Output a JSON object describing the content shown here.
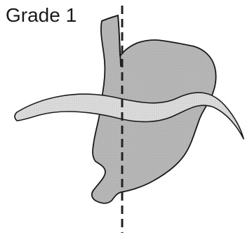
{
  "title": "Grade 1",
  "colors": {
    "stomach_fill": "#b3b3b3",
    "diaphragm_fill": "#d9d9d9",
    "outline": "#1a1a1a",
    "axis_line": "#222222"
  },
  "elements": {
    "esophagus": "esophagus",
    "stomach": "stomach",
    "diaphragm": "diaphragm",
    "axis": "dashed-vertical-line"
  }
}
